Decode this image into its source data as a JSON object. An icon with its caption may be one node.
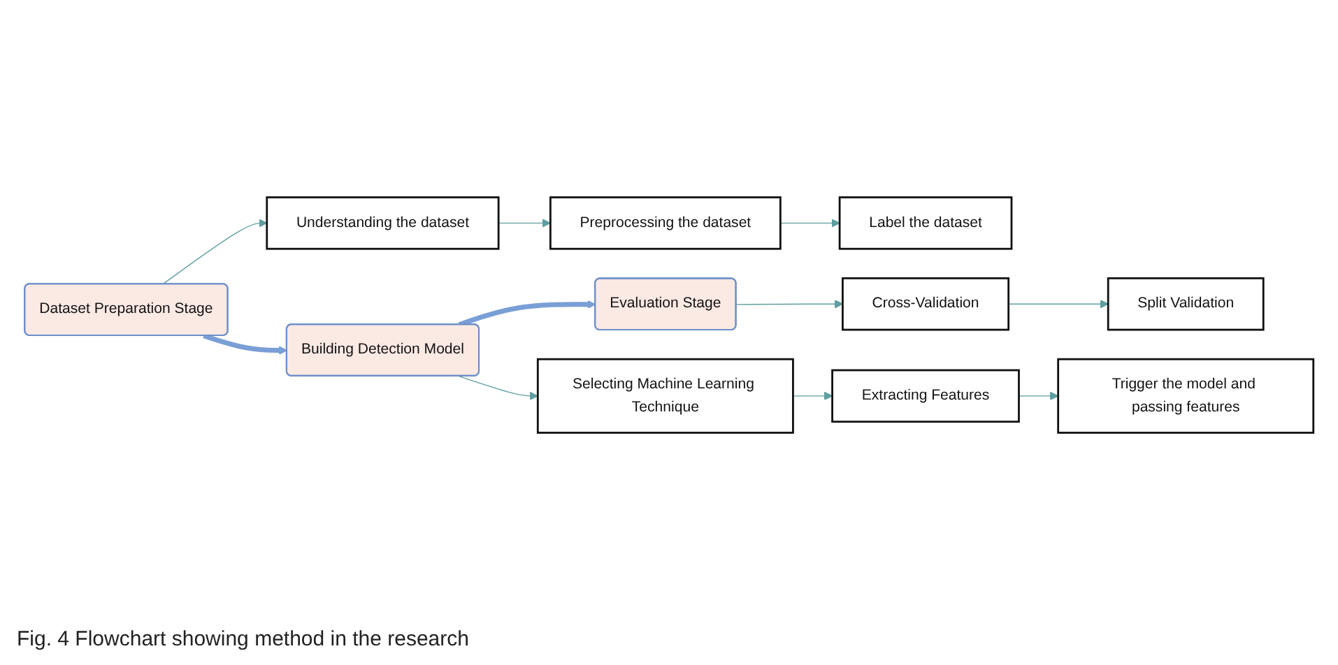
{
  "diagram": {
    "caption": "Fig. 4 Flowchart showing method in the research",
    "nodes": [
      {
        "text": [
          "Dataset Preparation Stage"
        ]
      },
      {
        "text": [
          "Building Detection Model"
        ]
      },
      {
        "text": [
          "Evaluation Stage"
        ]
      },
      {
        "text": [
          "Understanding the dataset"
        ]
      },
      {
        "text": [
          "Preprocessing the dataset"
        ]
      },
      {
        "text": [
          "Label the dataset"
        ]
      },
      {
        "text": [
          "Selecting Machine Learning Technique"
        ]
      },
      {
        "text": [
          "Extracting Features"
        ]
      },
      {
        "text": [
          "Trigger the model and passing features"
        ]
      },
      {
        "text": [
          "Cross-Validation"
        ]
      },
      {
        "text": [
          "Split Validation"
        ]
      }
    ],
    "edges": [
      {
        "from": 0,
        "to": 1,
        "arrow": "to",
        "style": "thick",
        "color": "#7a9fd6"
      },
      {
        "from": 1,
        "to": 2,
        "arrow": "to",
        "style": "thick",
        "color": "#7a9fd6"
      },
      {
        "from": 0,
        "to": 3,
        "arrow": "to"
      },
      {
        "from": 3,
        "to": 4,
        "arrow": "to"
      },
      {
        "from": 4,
        "to": 5,
        "arrow": "to"
      },
      {
        "from": 1,
        "to": 6,
        "arrow": "to"
      },
      {
        "from": 6,
        "to": 7,
        "arrow": "to"
      },
      {
        "from": 7,
        "to": 8,
        "arrow": "to"
      },
      {
        "from": 2,
        "to": 9,
        "arrow": "to"
      },
      {
        "from": 9,
        "to": 10,
        "arrow": "to"
      }
    ]
  }
}
